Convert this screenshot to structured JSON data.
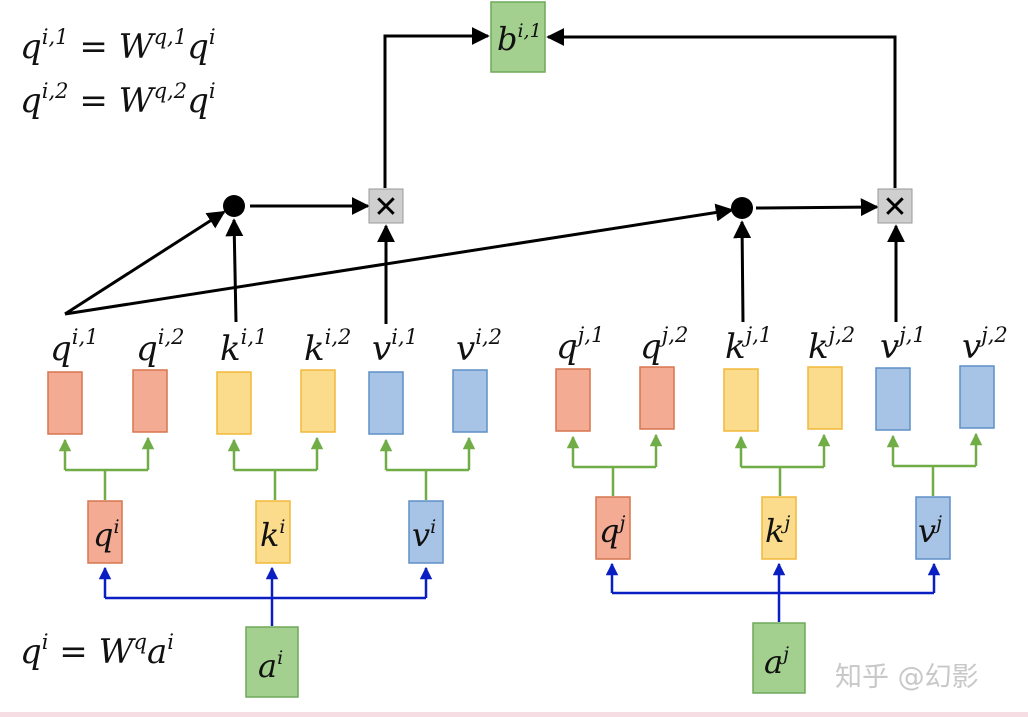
{
  "equations": {
    "eq1": {
      "lhs": "q",
      "lhs_sup": "i,1",
      "mid": " = W",
      "mid_sup": "q,1",
      "rhs": "q",
      "rhs_sup": "i"
    },
    "eq2": {
      "lhs": "q",
      "lhs_sup": "i,2",
      "mid": " = W",
      "mid_sup": "q,2",
      "rhs": "q",
      "rhs_sup": "i"
    },
    "eq3": {
      "lhs": "q",
      "lhs_sup": "i",
      "mid": " = W",
      "mid_sup": "q",
      "rhs": "a",
      "rhs_sup": "i"
    }
  },
  "output": {
    "base": "b",
    "sup": "i,1"
  },
  "multiply_symbol": "✕",
  "heads": {
    "i": [
      {
        "base": "q",
        "sup": "i,1"
      },
      {
        "base": "q",
        "sup": "i,2"
      },
      {
        "base": "k",
        "sup": "i,1"
      },
      {
        "base": "k",
        "sup": "i,2"
      },
      {
        "base": "v",
        "sup": "i,1"
      },
      {
        "base": "v",
        "sup": "i,2"
      }
    ],
    "j": [
      {
        "base": "q",
        "sup": "j,1"
      },
      {
        "base": "q",
        "sup": "j,2"
      },
      {
        "base": "k",
        "sup": "j,1"
      },
      {
        "base": "k",
        "sup": "j,2"
      },
      {
        "base": "v",
        "sup": "j,1"
      },
      {
        "base": "v",
        "sup": "j,2"
      }
    ]
  },
  "projections": {
    "i": [
      {
        "base": "q",
        "sup": "i"
      },
      {
        "base": "k",
        "sup": "i"
      },
      {
        "base": "v",
        "sup": "i"
      }
    ],
    "j": [
      {
        "base": "q",
        "sup": "j"
      },
      {
        "base": "k",
        "sup": "j"
      },
      {
        "base": "v",
        "sup": "j"
      }
    ]
  },
  "inputs": {
    "i": {
      "base": "a",
      "sup": "i"
    },
    "j": {
      "base": "a",
      "sup": "j"
    }
  },
  "watermark": "知乎 @幻影",
  "colors": {
    "q": "#f3ab94",
    "q_border": "#d7754f",
    "k": "#fbdc8d",
    "k_border": "#f2b83a",
    "v": "#a7c3e6",
    "v_border": "#5f8fc6",
    "out": "#a4d08f",
    "out_border": "#6fa95a",
    "green_line": "#70ad47",
    "blue_line": "#0a1fc2",
    "black": "#000000",
    "mult_box": "#cfcfcf"
  }
}
